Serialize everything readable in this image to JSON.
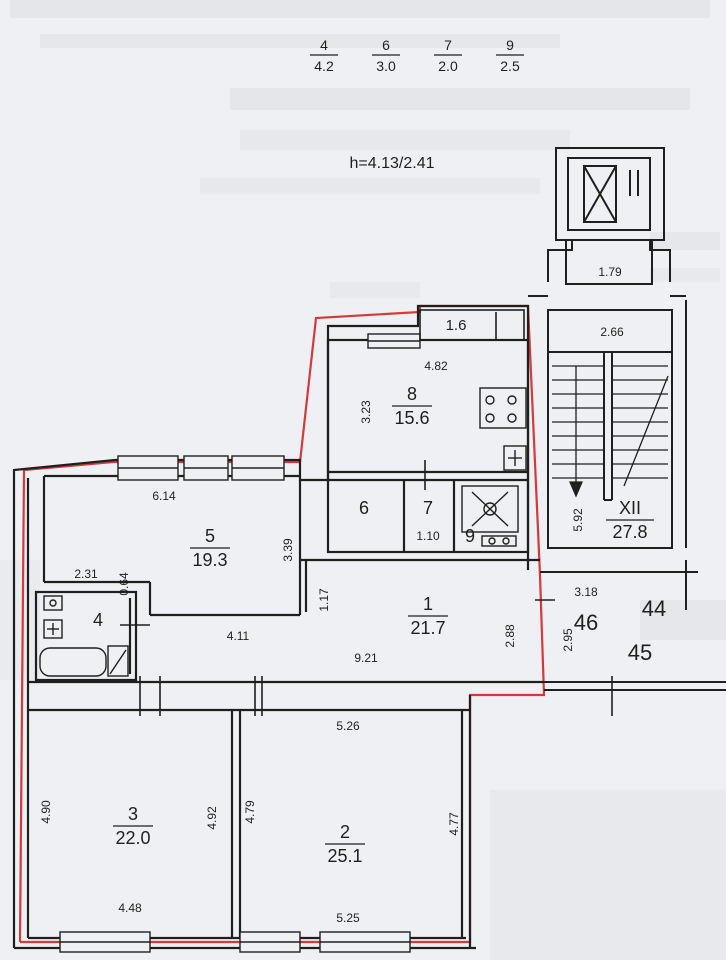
{
  "header": {
    "fractions": [
      {
        "num": "4",
        "den": "4.2"
      },
      {
        "num": "6",
        "den": "3.0"
      },
      {
        "num": "7",
        "den": "2.0"
      },
      {
        "num": "9",
        "den": "2.5"
      }
    ],
    "height_label": "h=4.13/2.41"
  },
  "rooms": [
    {
      "number": "1",
      "area": "21.7"
    },
    {
      "number": "2",
      "area": "25.1"
    },
    {
      "number": "3",
      "area": "22.0"
    },
    {
      "number": "4",
      "area": ""
    },
    {
      "number": "5",
      "area": "19.3"
    },
    {
      "number": "6",
      "area": ""
    },
    {
      "number": "7",
      "area": ""
    },
    {
      "number": "8",
      "area": "15.6"
    },
    {
      "number": "9",
      "area": ""
    },
    {
      "number": "XII",
      "area": "27.8"
    }
  ],
  "adjacent_units": [
    "46",
    "44",
    "45"
  ],
  "dimensions": {
    "balcony": "1.6",
    "kitchen_width": "4.82",
    "kitchen_depth": "3.23",
    "room7_width": "1.10",
    "room5_width": "6.14",
    "room5_depth": "3.39",
    "bath_width": "2.31",
    "bath_depth": "0.64",
    "corridor_a": "1.17",
    "corridor_b": "4.11",
    "corridor_c": "9.21",
    "corridor_d": "2.88",
    "room2_top": "5.26",
    "room2_bottom": "5.25",
    "room2_depth": "4.77",
    "room2_left": "4.79",
    "room3_left": "4.90",
    "room3_right": "4.92",
    "room3_bottom": "4.48",
    "elevator_hall": "1.79",
    "stair_top": "2.66",
    "stair_depth": "5.92",
    "landing_w": "3.18",
    "landing_d": "2.95"
  }
}
